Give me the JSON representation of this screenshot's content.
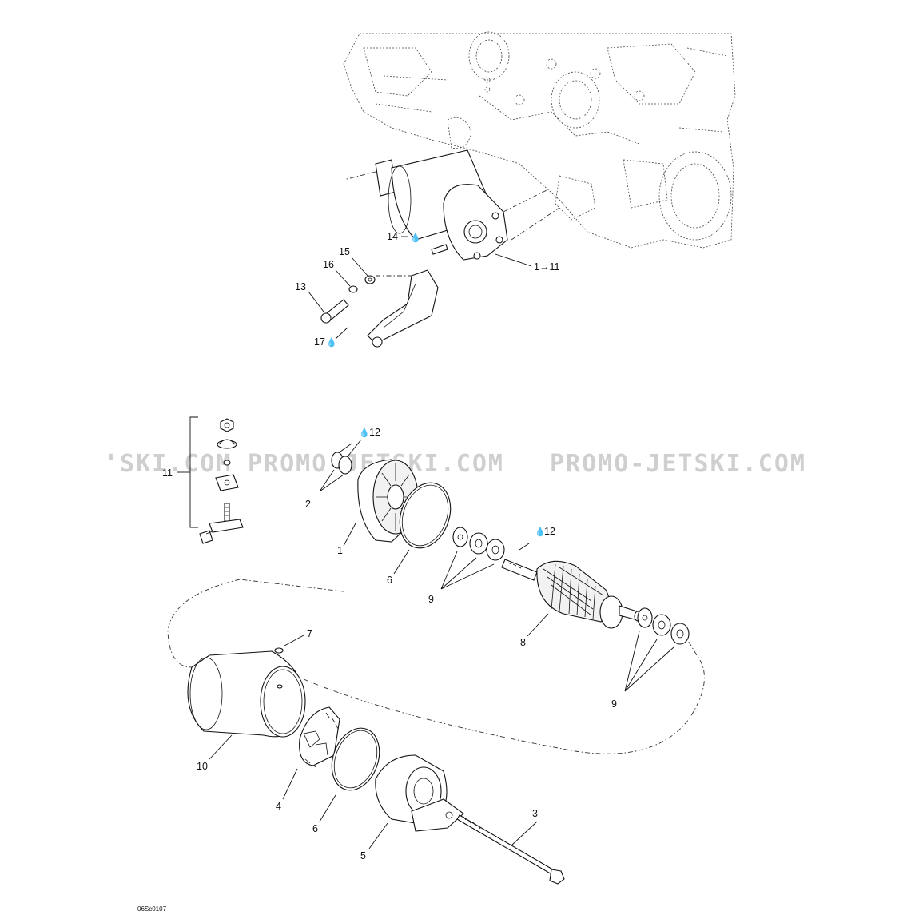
{
  "watermark": {
    "left": "'SKI.COM",
    "middle": "PROMO-JETSKI.COM",
    "right": "PROMO-JETSKI.COM"
  },
  "drawing_code": "06Sc0107",
  "callouts": {
    "c1": "1",
    "c1_11": "1→11",
    "c2": "2",
    "c3": "3",
    "c4": "4",
    "c5": "5",
    "c6a": "6",
    "c6b": "6",
    "c7": "7",
    "c8": "8",
    "c9a": "9",
    "c9b": "9",
    "c10": "10",
    "c11": "11",
    "c12a": "12",
    "c12b": "12",
    "c13": "13",
    "c14": "14",
    "c15": "15",
    "c16": "16",
    "c17": "17"
  },
  "symbols": {
    "drop": "💧"
  }
}
